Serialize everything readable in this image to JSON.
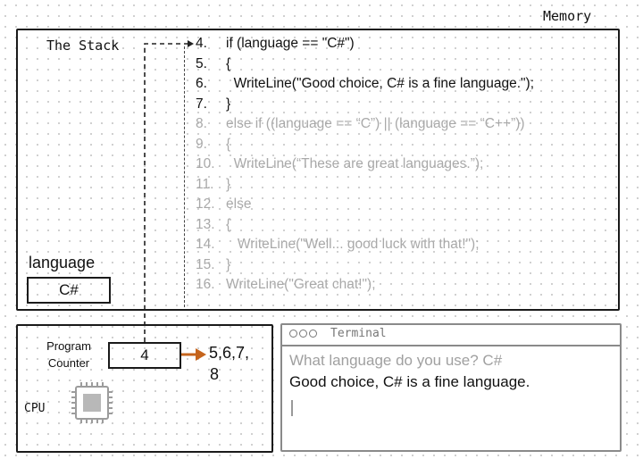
{
  "memory": {
    "label": "Memory"
  },
  "stack": {
    "label": "The Stack",
    "variable": {
      "name": "language",
      "value": "C#"
    }
  },
  "code": {
    "lines": [
      {
        "num": "4.",
        "text": "if (language == \"C#\")",
        "state": "active"
      },
      {
        "num": "5.",
        "text": "{",
        "state": "active"
      },
      {
        "num": "6.",
        "text": "  WriteLine(\"Good choice, C# is a fine language.\");",
        "state": "active"
      },
      {
        "num": "7.",
        "text": "}",
        "state": "active"
      },
      {
        "num": "8.",
        "text": "else if ((language == “C”) || (language == “C++”))",
        "state": "dim"
      },
      {
        "num": "9.",
        "text": "{",
        "state": "dim"
      },
      {
        "num": "10.",
        "text": "  WriteLine(“These are great languages.”);",
        "state": "dim"
      },
      {
        "num": "11.",
        "text": "}",
        "state": "dim"
      },
      {
        "num": "12.",
        "text": "else",
        "state": "dim"
      },
      {
        "num": "13.",
        "text": "{",
        "state": "dim"
      },
      {
        "num": "14.",
        "text": "   WriteLine(\"Well... good luck with that!\");",
        "state": "dim"
      },
      {
        "num": "15.",
        "text": "}",
        "state": "dim"
      },
      {
        "num": "16.",
        "text": "WriteLine(\"Great chat!\");",
        "state": "dim"
      }
    ]
  },
  "cpu": {
    "label": "CPU",
    "program_counter": {
      "label_line1": "Program",
      "label_line2": "Counter",
      "value": "4",
      "next_line1": "5,6,7,",
      "next_line2": "8"
    }
  },
  "terminal": {
    "title": "Terminal",
    "prompt": "What language do you use? C#",
    "output": "Good choice, C# is a fine language."
  },
  "colors": {
    "arrow": "#c5641c",
    "dim_text": "#a9a9a9",
    "active_text": "#111111"
  }
}
